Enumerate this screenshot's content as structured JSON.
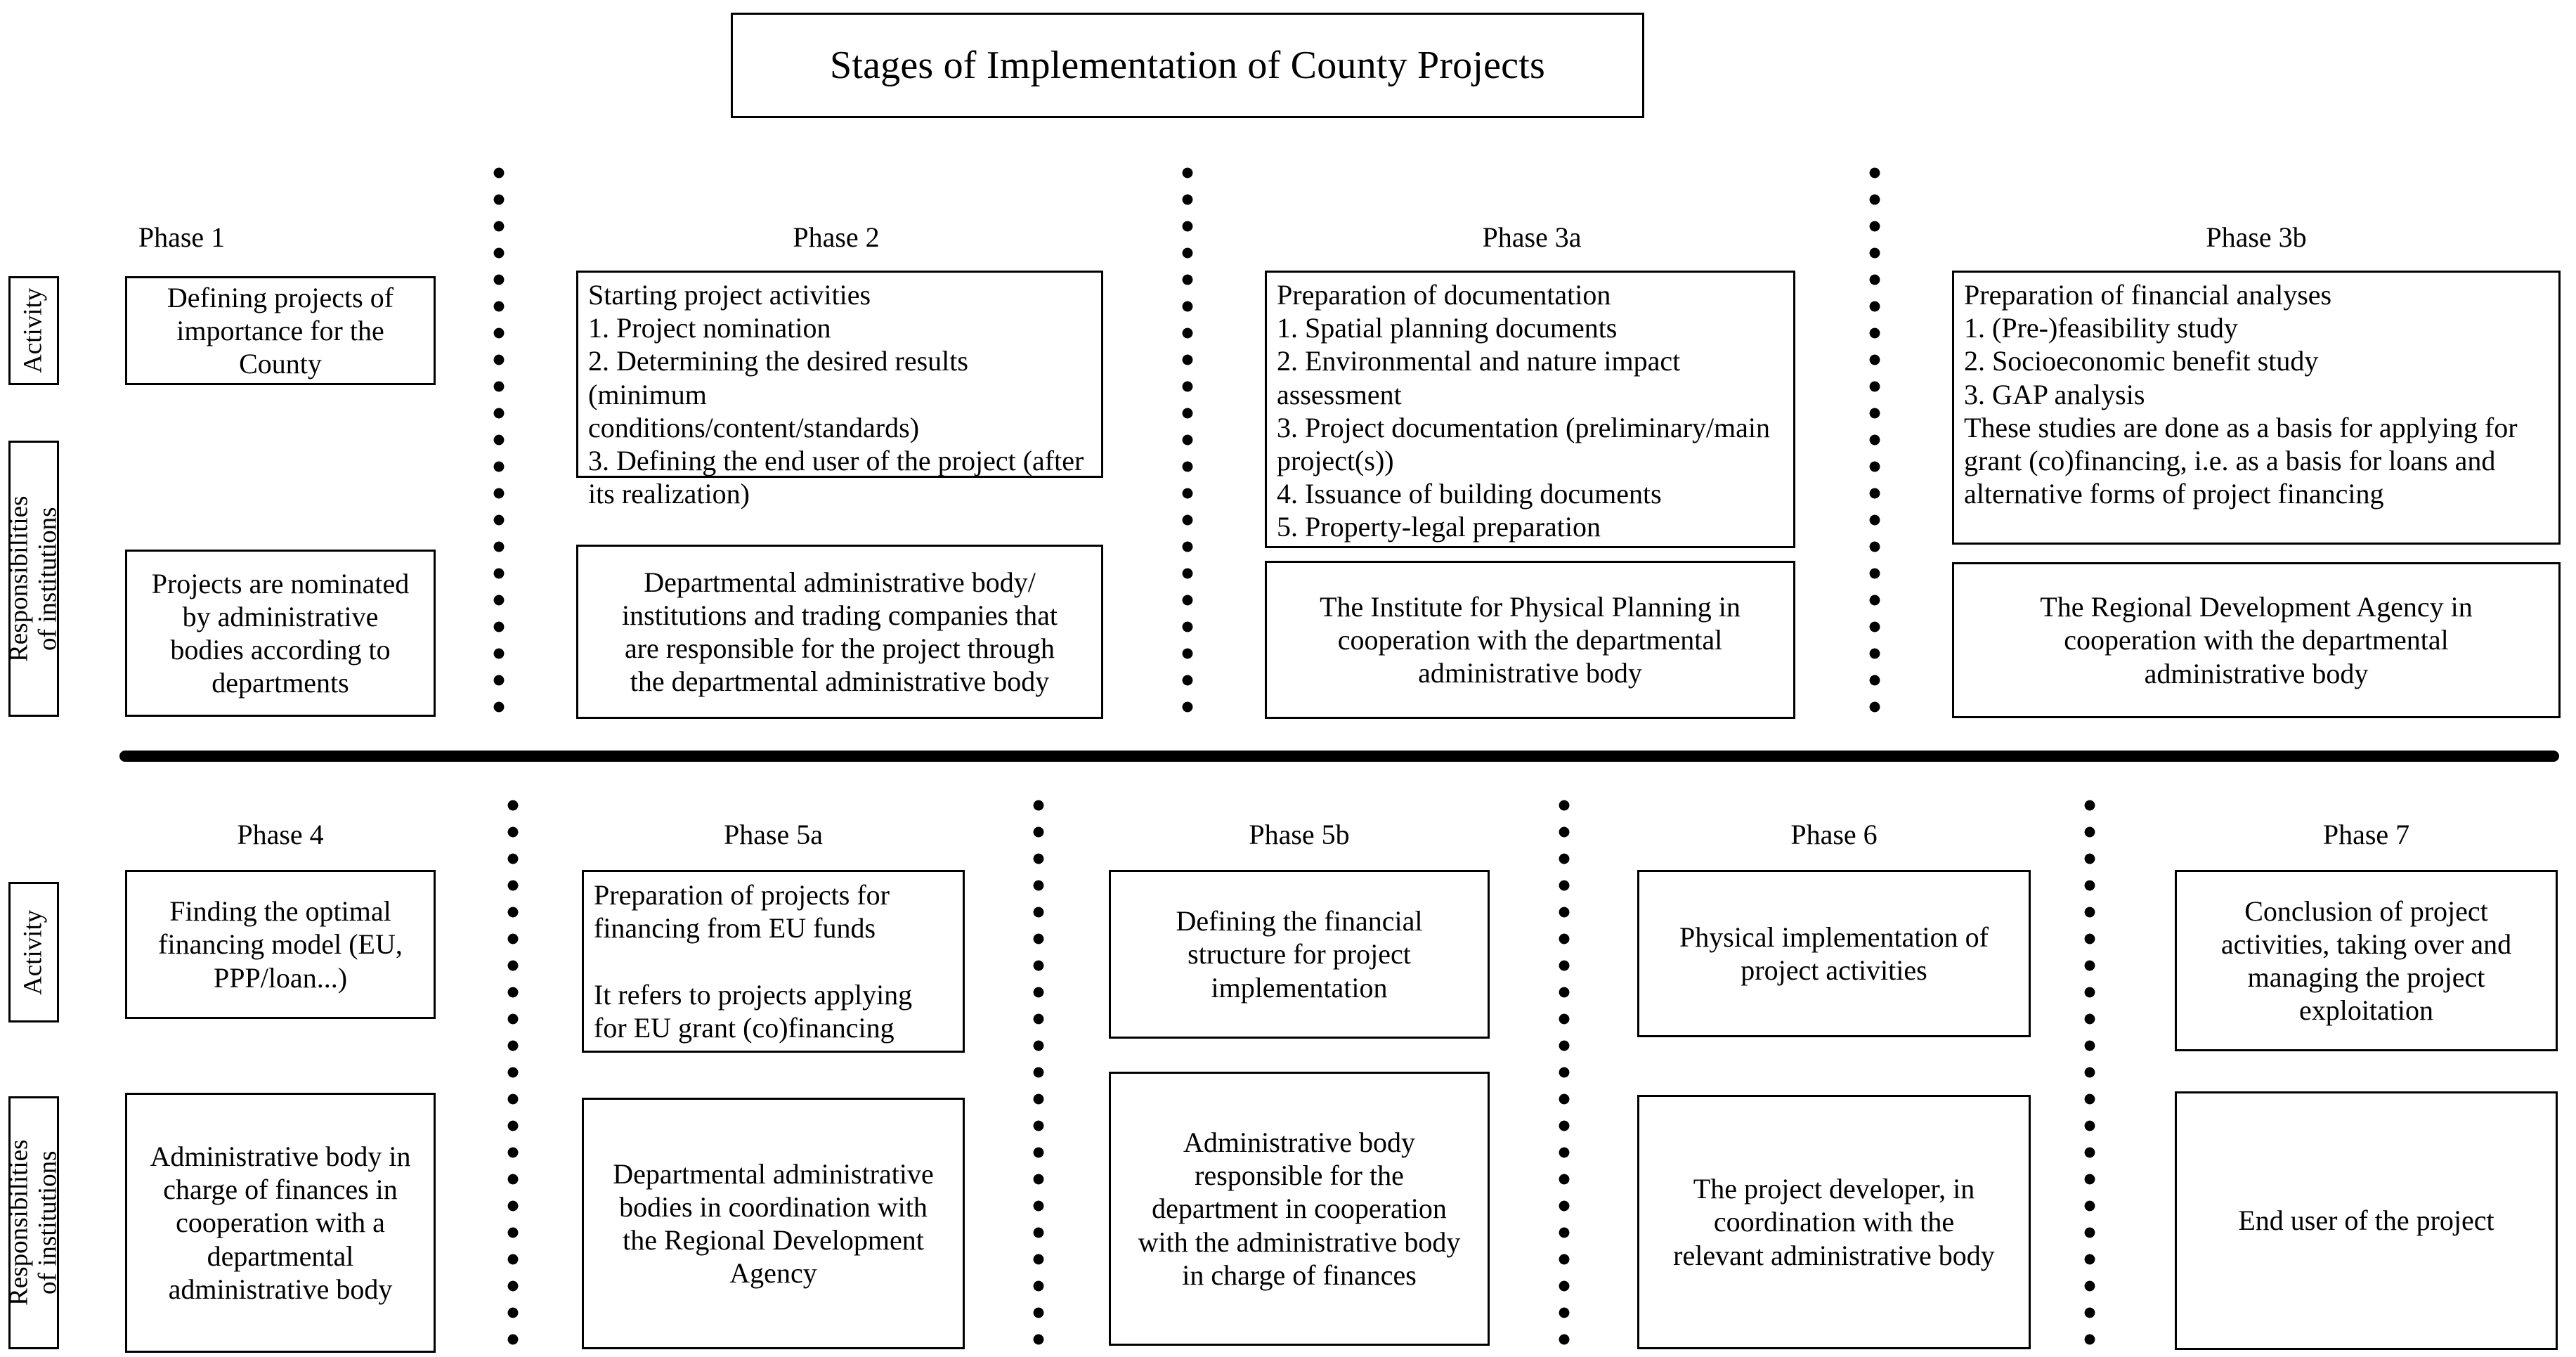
{
  "title": "Stages of Implementation of County Projects",
  "row_labels": {
    "activity": "Activity",
    "responsibilities": "Responsibilities\nof institutions"
  },
  "top_row": {
    "phases": [
      {
        "label": "Phase 1",
        "activity": "Defining projects of\nimportance for the\nCounty",
        "responsibility": "Projects are nominated\nby administrative\nbodies according to\ndepartments"
      },
      {
        "label": "Phase 2",
        "activity": "Starting project activities\n1. Project nomination\n2. Determining the desired results (minimum\nconditions/content/standards)\n3. Defining the end user of the project (after\nits realization)",
        "responsibility": "Departmental administrative body/\ninstitutions and trading companies that\nare responsible for the project through\nthe departmental administrative body"
      },
      {
        "label": "Phase 3a",
        "activity": "Preparation of documentation\n1. Spatial planning documents\n2. Environmental and nature impact\nassessment\n3. Project documentation (preliminary/main\nproject(s))\n4. Issuance of building documents\n5. Property-legal preparation",
        "responsibility": "The Institute for Physical Planning in\ncooperation with the departmental\nadministrative body"
      },
      {
        "label": "Phase 3b",
        "activity": "Preparation of financial analyses\n1. (Pre-)feasibility study\n2. Socioeconomic benefit study\n3. GAP analysis\nThese studies are done as a basis for applying for\ngrant (co)financing, i.e. as a basis for loans and\nalternative forms of project financing",
        "responsibility": "The Regional Development Agency in\ncooperation with the departmental\nadministrative body"
      }
    ]
  },
  "bottom_row": {
    "phases": [
      {
        "label": "Phase 4",
        "activity": "Finding the optimal\nfinancing model (EU,\nPPP/loan...)",
        "responsibility": "Administrative body in\ncharge of finances in\ncooperation with a\ndepartmental\nadministrative body"
      },
      {
        "label": "Phase 5a",
        "activity": "Preparation of projects for\nfinancing from EU funds\n\nIt refers to projects applying\nfor EU grant (co)financing",
        "responsibility": "Departmental administrative\nbodies in coordination with\nthe Regional Development\nAgency"
      },
      {
        "label": "Phase 5b",
        "activity": "Defining the financial\nstructure for project\nimplementation",
        "responsibility": "Administrative body\nresponsible for the\ndepartment in cooperation\nwith the administrative body\nin charge of finances"
      },
      {
        "label": "Phase 6",
        "activity": "Physical implementation of\nproject activities",
        "responsibility": "The project developer, in\ncoordination with the\nrelevant administrative body"
      },
      {
        "label": "Phase 7",
        "activity": "Conclusion of project\nactivities, taking over and\nmanaging the project\nexploitation",
        "responsibility": "End user of the project"
      }
    ]
  },
  "colors": {
    "stroke": "#000000",
    "background": "#ffffff"
  }
}
